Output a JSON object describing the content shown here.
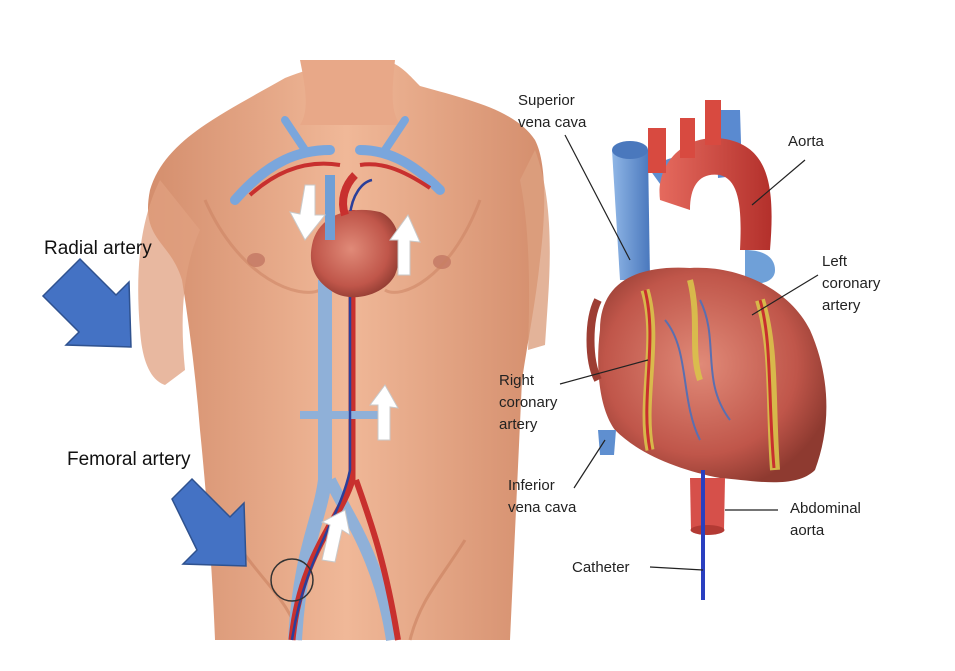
{
  "labels": {
    "radial_artery": "Radial artery",
    "femoral_artery": "Femoral artery",
    "superior_vena_cava": "Superior\nvena cava",
    "aorta": "Aorta",
    "left_coronary_artery": "Left\ncoronary\nartery",
    "right_coronary_artery": "Right\ncoronary\nartery",
    "inferior_vena_cava": "Inferior\nvena cava",
    "abdominal_aorta": "Abdominal\naorta",
    "catheter": "Catheter"
  },
  "colors": {
    "skin": "#e8a888",
    "skin_shadow": "#c97f62",
    "artery": "#c8302e",
    "vein": "#6f9fd6",
    "callout_arrow": "#4472c4",
    "heart": "#b84a3d",
    "fat": "#d9c24a"
  }
}
